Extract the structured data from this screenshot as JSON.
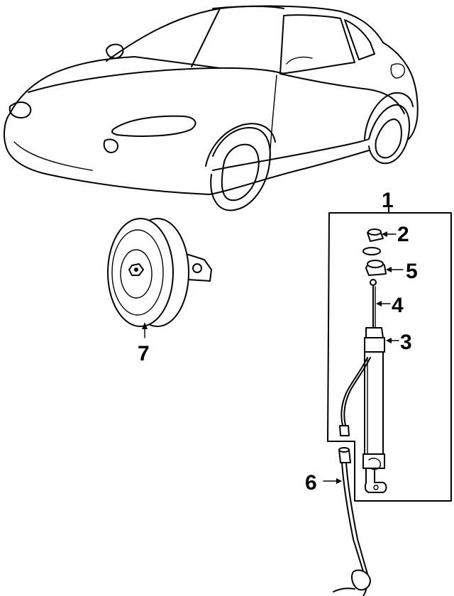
{
  "diagram": {
    "callouts": {
      "c1": "1",
      "c2": "2",
      "c3": "3",
      "c4": "4",
      "c5": "5",
      "c6": "6",
      "c7": "7"
    }
  }
}
